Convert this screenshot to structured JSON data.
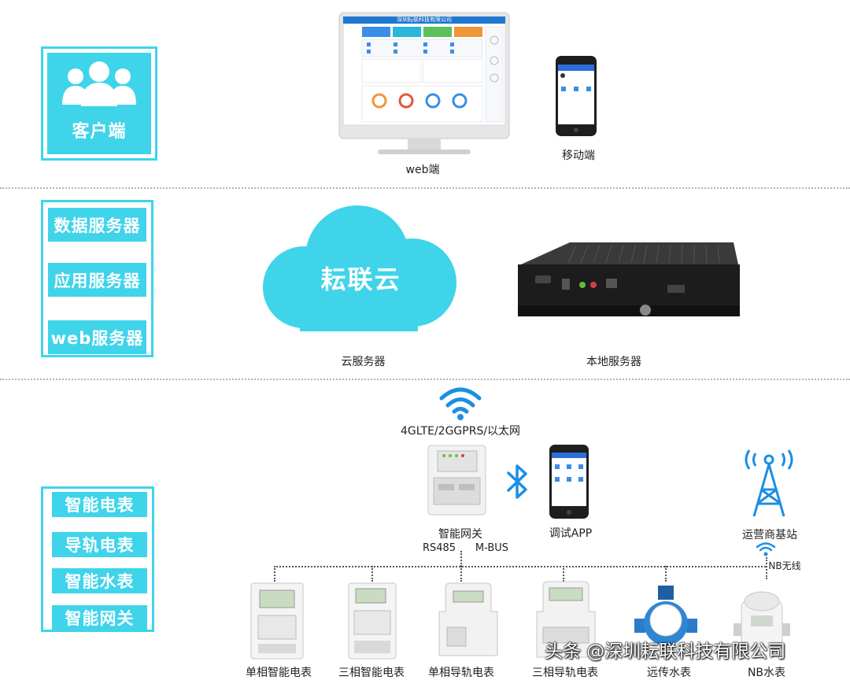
{
  "colors": {
    "accent": "#3fd4ea",
    "cloud": "#3fd4ea",
    "wireless": "#1a8fe3",
    "server_body": "#1c1c1c"
  },
  "tiers": {
    "client": {
      "label": "客户端",
      "icon": "users-icon"
    },
    "server": {
      "items": [
        "数据服务器",
        "应用服务器",
        "web服务器"
      ]
    },
    "device": {
      "items": [
        "智能电表",
        "导轨电表",
        "智能水表",
        "智能网关"
      ]
    }
  },
  "client_devices": {
    "monitor_title": "深圳耘联科技有限公司",
    "web_label": "web端",
    "mobile_label": "移动端"
  },
  "servers": {
    "cloud_text": "耘联云",
    "cloud_label": "云服务器",
    "local_label": "本地服务器"
  },
  "network": {
    "wan_label": "4GLTE/2GGPRS/以太网",
    "gateway_label": "智能网关",
    "rs485_label": "RS485",
    "mbus_label": "M-BUS",
    "app_label": "调试APP",
    "base_station_label": "运营商基站",
    "nb_label": "NB无线"
  },
  "meters": [
    {
      "label": "单相智能电表"
    },
    {
      "label": "三相智能电表"
    },
    {
      "label": "单相导轨电表"
    },
    {
      "label": "三相导轨电表"
    },
    {
      "label": "远传水表"
    },
    {
      "label": "NB水表"
    }
  ],
  "watermark": "头条 @深圳耘联科技有限公司"
}
